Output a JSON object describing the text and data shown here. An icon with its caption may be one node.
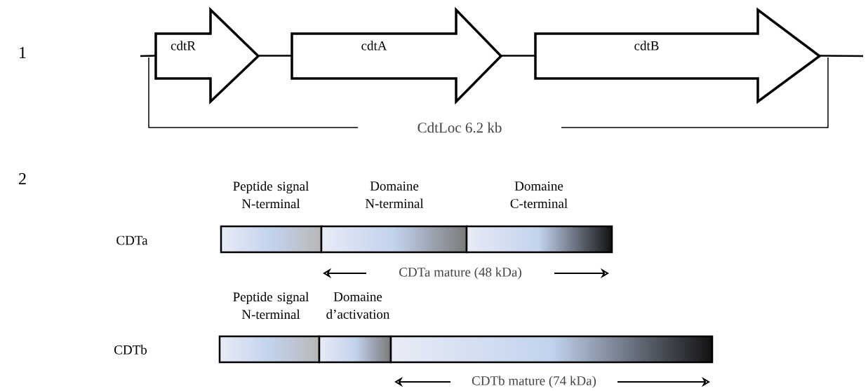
{
  "diagram": {
    "nodes": [
      {
        "text": [
          "cdtR"
        ]
      },
      {
        "text": [
          "cdtA"
        ]
      },
      {
        "text": [
          "cdtB"
        ]
      },
      {
        "text": [
          "Peptide signal N-terminal"
        ]
      },
      {
        "text": [
          "Domaine N-terminal"
        ]
      },
      {
        "text": [
          "Domaine C-terminal"
        ]
      },
      {
        "text": [
          "Peptide signal N-terminal"
        ]
      },
      {
        "text": [
          "Domaine d’activation"
        ]
      },
      {
        "text": [],
        "shape": "bar"
      }
    ],
    "edges": [
      {
        "from": null,
        "to": 0,
        "arrow": "none"
      },
      {
        "from": 0,
        "to": 1,
        "arrow": "none"
      },
      {
        "from": 1,
        "to": 2,
        "arrow": "none"
      },
      {
        "from": 2,
        "to": null,
        "arrow": "none"
      }
    ],
    "labels": [
      "1",
      "CdtLoc 6.2 kb",
      "2",
      "CDTa",
      "CDTa mature (48 kDa)",
      "CDTb",
      "CDTb mature (74 kDa)"
    ]
  }
}
